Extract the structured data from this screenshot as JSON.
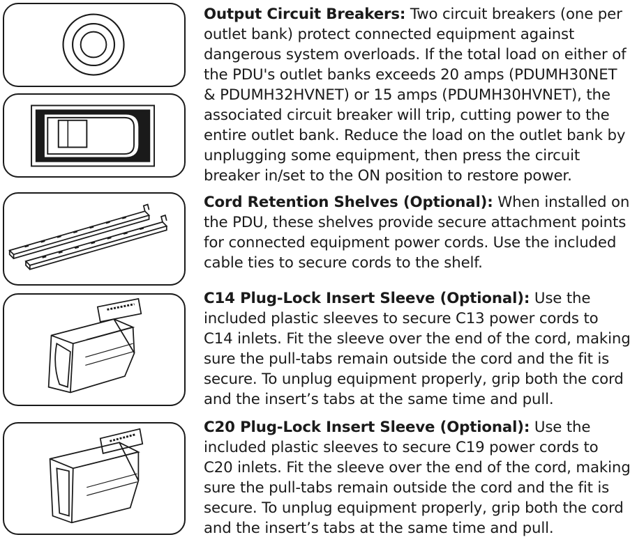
{
  "sections": [
    {
      "title": "Output Circuit Breakers:",
      "body": "Two circuit breakers (one per outlet bank) protect connected equipment against dangerous system overloads. If the total load on either of the PDU's outlet banks exceeds 20 amps (PDUMH30NET & PDUMH32HVNET) or 15 amps (PDUMH30HVNET), the associated circuit breaker will trip, cutting power to the entire outlet bank. Reduce the load on the outlet bank by unplugging some equipment, then press the circuit breaker in/set to the ON position to restore power.",
      "illustrations": [
        "round-circuit-breaker-icon",
        "rocker-circuit-breaker-icon"
      ]
    },
    {
      "title": "Cord Retention Shelves (Optional):",
      "body": "When installed on the PDU, these shelves provide secure attachment points for connected equipment power cords. Use the included cable ties to secure cords to the shelf.",
      "illustrations": [
        "cord-retention-shelves-icon"
      ]
    },
    {
      "title": "C14 Plug-Lock Insert Sleeve (Optional):",
      "body": "Use the included plastic sleeves to secure C13 power cords to C14 inlets. Fit the sleeve over the end of the cord, making sure the pull-tabs remain outside the cord and the fit is secure. To unplug equipment properly, grip both the cord and the insert’s tabs at the same time and pull.",
      "illustrations": [
        "c14-plug-lock-sleeve-icon"
      ]
    },
    {
      "title": "C20 Plug-Lock Insert Sleeve (Optional):",
      "body": "Use the included plastic sleeves to secure C19 power cords to C20 inlets. Fit the sleeve over the end of the cord, making sure the pull-tabs remain outside the cord and the fit is secure. To unplug equipment properly, grip both the cord and the insert’s tabs at the same time and pull.",
      "illustrations": [
        "c20-plug-lock-sleeve-icon"
      ]
    }
  ]
}
